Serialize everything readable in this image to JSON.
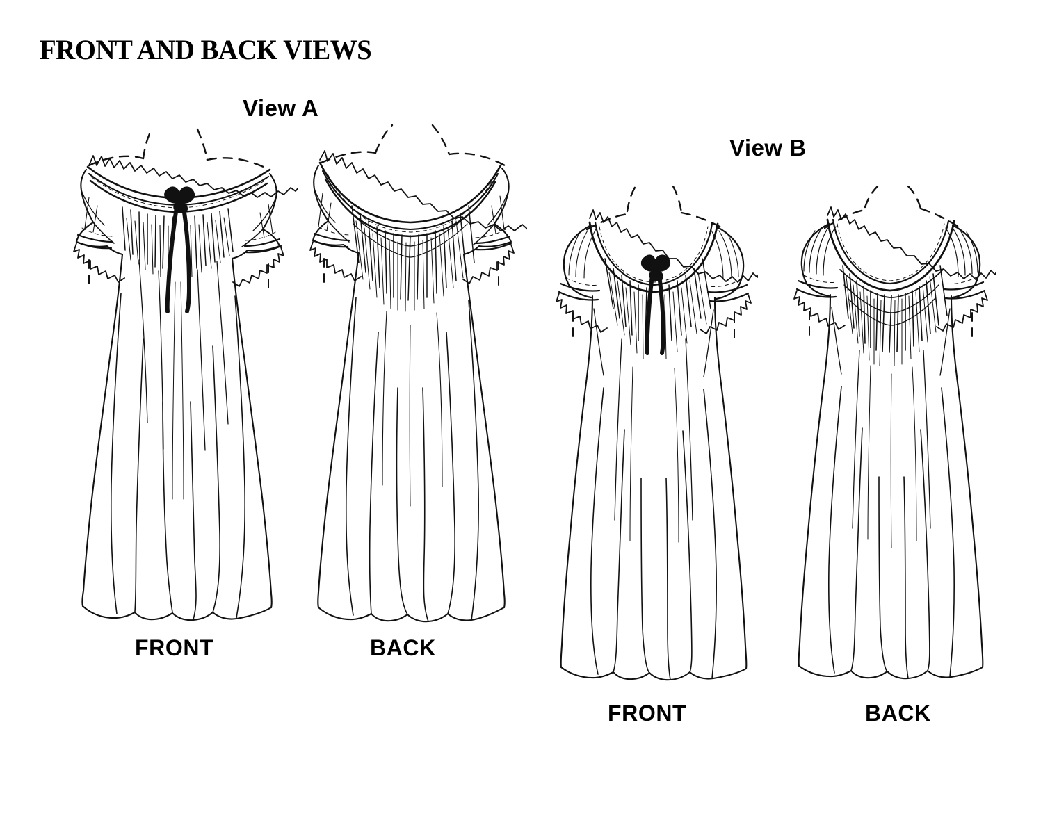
{
  "document": {
    "title": "FRONT AND BACK VIEWS",
    "type": "sewing-pattern-line-drawing",
    "background_color": "#ffffff",
    "ink_color": "#000000"
  },
  "labels": {
    "view_a": "View A",
    "view_b": "View B",
    "a_front": "FRONT",
    "a_back": "BACK",
    "b_front": "FRONT",
    "b_back": "BACK"
  },
  "figures": [
    {
      "id": "view-a-front",
      "view": "View A",
      "orientation": "FRONT",
      "garment": "long gathered peasant nightgown / dress",
      "neckline": "wide off-the-shoulder elasticized neckline with ruffle edging",
      "sleeve": "short off-shoulder sleeve with ruffled band cuff",
      "trim": "ruffle trim at neckline and sleeve hem",
      "closure_detail": "narrow dark ribbon tie with bow at center front",
      "skirt": "full A-line gathered skirt, ankle length, soft scalloped hem",
      "has_bow": true
    },
    {
      "id": "view-a-back",
      "view": "View A",
      "orientation": "BACK",
      "garment": "long gathered peasant nightgown / dress",
      "neckline": "wide off-the-shoulder elasticized neckline with ruffle edging",
      "sleeve": "short off-shoulder sleeve with ruffled band cuff",
      "trim": "ruffle trim at neckline and sleeve hem",
      "closure_detail": "none",
      "skirt": "full A-line gathered skirt, ankle length, soft scalloped hem",
      "has_bow": false
    },
    {
      "id": "view-b-front",
      "view": "View B",
      "orientation": "FRONT",
      "garment": "gathered peasant nightgown / dress",
      "neckline": "round scoop neckline with ruffle edging",
      "sleeve": "short puffed set-in sleeve with ruffled band cuff",
      "trim": "ruffle trim at neckline and sleeve hem",
      "closure_detail": "narrow dark ribbon tie with bow at center front",
      "skirt": "A-line gathered skirt, below-knee length, soft scalloped hem",
      "has_bow": true
    },
    {
      "id": "view-b-back",
      "view": "View B",
      "orientation": "BACK",
      "garment": "gathered peasant nightgown / dress",
      "neckline": "round scoop neckline with ruffle edging",
      "sleeve": "short puffed set-in sleeve with ruffled band cuff",
      "trim": "ruffle trim at neckline and sleeve hem, shirred yoke rows at back",
      "closure_detail": "none",
      "skirt": "A-line gathered skirt, below-knee length, soft scalloped hem",
      "has_bow": false
    }
  ]
}
